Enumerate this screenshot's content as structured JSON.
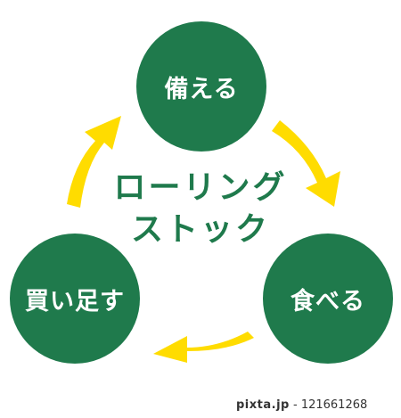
{
  "colors": {
    "node_fill": "#1f7a4c",
    "arrow_fill": "#ffdc00",
    "title_color": "#1f7a4c"
  },
  "nodes": {
    "top": {
      "label": "備える"
    },
    "right": {
      "label": "食べる"
    },
    "left": {
      "label": "買い足す"
    }
  },
  "center": {
    "line1": "ローリング",
    "line2": "ストック"
  },
  "watermark": {
    "site": "pixta.jp",
    "sep": " - ",
    "id": "121661268"
  }
}
